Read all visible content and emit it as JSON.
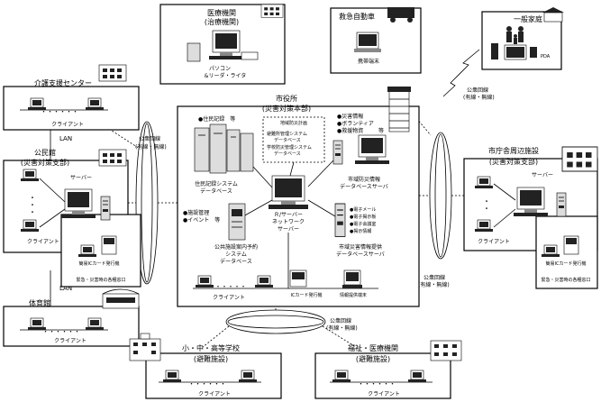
{
  "medical": {
    "title_line1": "医療機関",
    "title_line2": "(治療機関)",
    "pc_label": "パソコン",
    "reader_label": "&リーダ・ライタ"
  },
  "ambulance": {
    "title": "救急自動車",
    "terminal_label": "携帯端末"
  },
  "home": {
    "title": "一般家庭",
    "pda_label": "PDA"
  },
  "care_center": {
    "title": "介護支援センター",
    "client_label": "クライアント"
  },
  "public_line": {
    "label": "公衆回線",
    "sublabel": "(有線・無線)"
  },
  "city_hall": {
    "title_line1": "市役所",
    "title_line2": "(災害対策本部)",
    "resident_label": "●住民記録　等",
    "gis_title": "地域防災計画",
    "gis_lines": [
      "避難所管理システム",
      "データベース",
      "学校防災管理システム",
      "データベース"
    ],
    "right_list": [
      "●災害情報",
      "●ボランティア",
      "●救援物資",
      "等"
    ],
    "resident_db": [
      "住民記録システム",
      "データベース"
    ],
    "web_server": [
      "市域防災情報",
      "データベースサーバ"
    ],
    "left_list": [
      "●施設管理",
      "●イベント　等"
    ],
    "net_server": [
      "Ｒ/サーバー",
      "ネットワーク",
      "サーバー"
    ],
    "facility_system": [
      "公共施設案内予約",
      "システム",
      "データベース"
    ],
    "mid_list": [
      "●電子メール",
      "●電子掲示板",
      "●電子会議室",
      "●掲示情報"
    ],
    "disaster_db": [
      "市域災害情報提供",
      "データベースサーバ"
    ],
    "client_label": "クライアント",
    "ic_label": "ICカード発行機",
    "info_terminal": "情報提供端末"
  },
  "lan_label": "LAN",
  "community": {
    "title_line1": "公民館",
    "title_line2": "(災害対策支部)",
    "server_label": "サーバー",
    "client_label": "クライアント",
    "ic_label": "簡易ICカード発行機",
    "kiosk_label": "緊急・災害時の各種窓口"
  },
  "branch": {
    "title_line1": "市庁舎周辺施設",
    "title_line2": "(災害対策支部)",
    "server_label": "サーバー",
    "client_label": "クライアント",
    "ic_label": "簡易ICカード発行機",
    "kiosk_label": "緊急・災害時の各種窓口"
  },
  "gym": {
    "title": "体育館",
    "client_label": "クライアント"
  },
  "school": {
    "title_line1": "小・中・高等学校",
    "title_line2": "(避難施設)",
    "client_label": "クライアント"
  },
  "welfare": {
    "title_line1": "福祉・医療機関",
    "title_line2": "(避難施設)",
    "client_label": "クライアント"
  }
}
